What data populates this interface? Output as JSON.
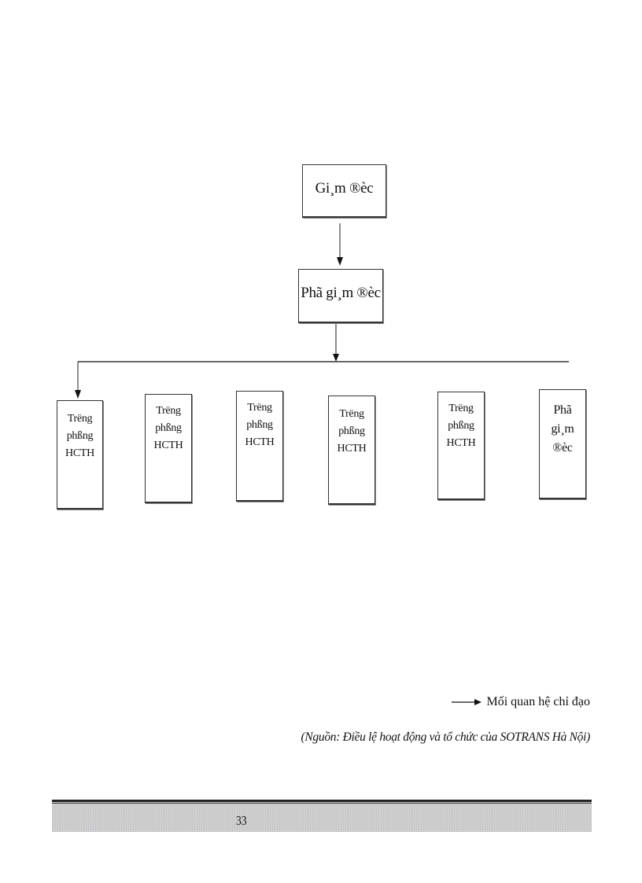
{
  "diagram": {
    "type": "org-chart",
    "nodes": [
      {
        "id": "director",
        "label": "Gi¸m ®èc",
        "level": 0
      },
      {
        "id": "deputy-director",
        "label": "Phã gi¸m ®èc",
        "level": 1
      },
      {
        "id": "dept-1",
        "lines": [
          "Tr­ëng",
          "phßng",
          "HCTH"
        ],
        "level": 2
      },
      {
        "id": "dept-2",
        "lines": [
          "Tr­ëng",
          "phßng",
          "HCTH"
        ],
        "level": 2
      },
      {
        "id": "dept-3",
        "lines": [
          "Tr­ëng",
          "phßng",
          "HCTH"
        ],
        "level": 2
      },
      {
        "id": "dept-4",
        "lines": [
          "Tr­ëng",
          "phßng",
          "HCTH"
        ],
        "level": 2
      },
      {
        "id": "dept-5",
        "lines": [
          "Tr­ëng",
          "phßng",
          "HCTH"
        ],
        "level": 2
      },
      {
        "id": "dept-6",
        "lines": [
          "Phã",
          "gi¸m",
          "®èc"
        ],
        "level": 2
      }
    ],
    "edges": [
      {
        "from": "director",
        "to": "deputy-director",
        "type": "arrow"
      },
      {
        "from": "deputy-director",
        "to": "horizontal-bus",
        "type": "arrow"
      },
      {
        "from": "horizontal-bus",
        "to": "dept-1",
        "type": "arrow"
      }
    ]
  },
  "legend": {
    "arrow_label": "Mối quan hệ chỉ đạo"
  },
  "source": {
    "text": "(Nguồn: Điều lệ hoạt động và tổ chức của SOTRANS Hà Nội)"
  },
  "footer": {
    "page_number": "33"
  }
}
